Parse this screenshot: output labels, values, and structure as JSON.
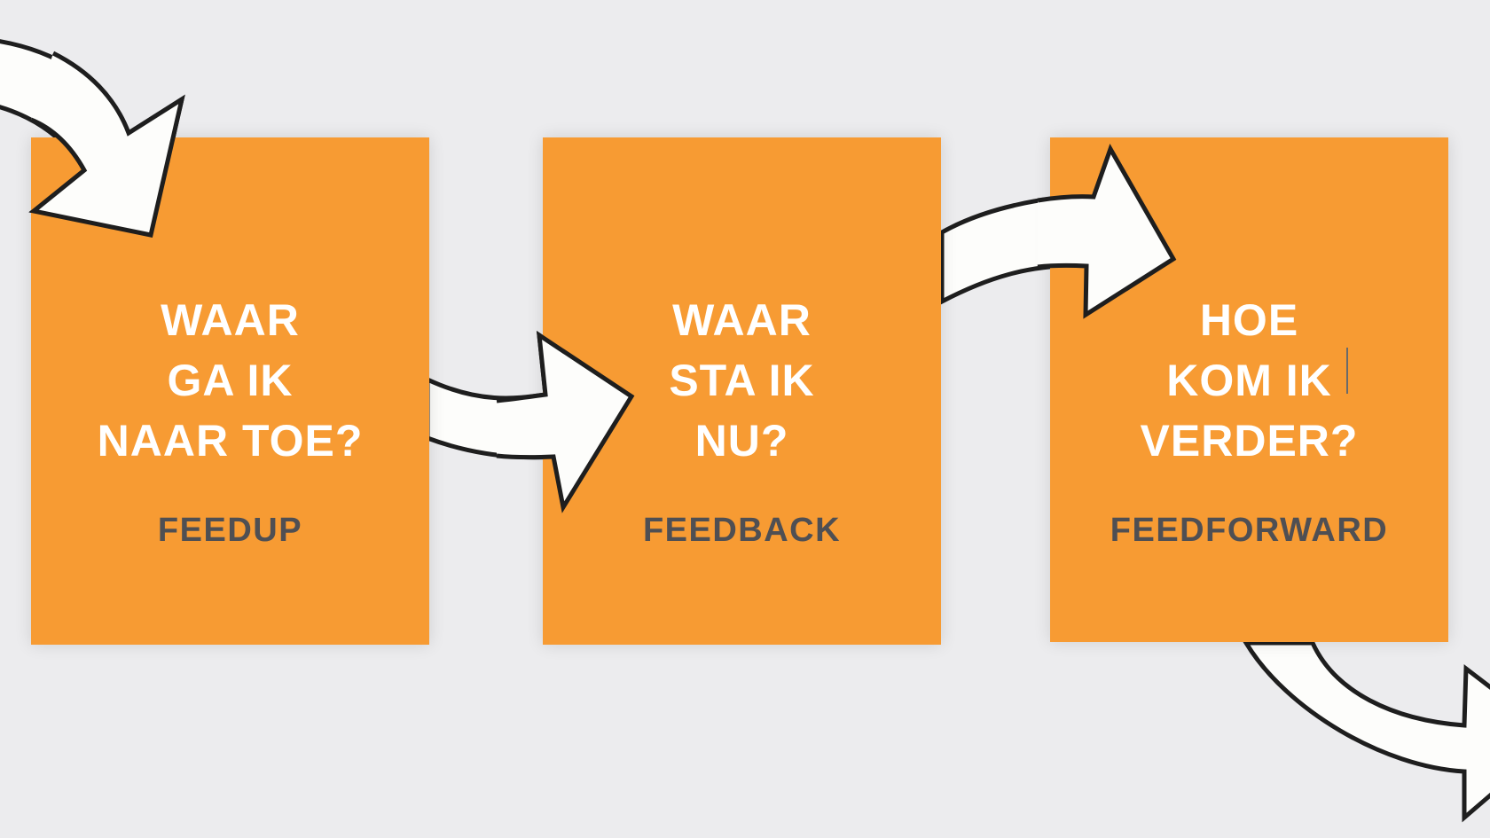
{
  "colors": {
    "background": "#ececee",
    "card": "#f79b33",
    "question_text": "#ffffff",
    "label_text": "#4f4f53",
    "arrow_fill": "#fdfdfb",
    "arrow_stroke": "#1e1e1e"
  },
  "steps": [
    {
      "question_lines": [
        "WAAR",
        "GA IK",
        "NAAR TOE?"
      ],
      "label": "FEEDUP"
    },
    {
      "question_lines": [
        "WAAR",
        "STA IK",
        "NU?"
      ],
      "label": "FEEDBACK"
    },
    {
      "question_lines": [
        "HOE",
        "KOM IK",
        "VERDER?"
      ],
      "label": "FEEDFORWARD"
    }
  ],
  "icons": [
    "arrow-in-icon",
    "arrow-1-to-2-icon",
    "arrow-2-to-3-icon",
    "arrow-out-icon"
  ]
}
